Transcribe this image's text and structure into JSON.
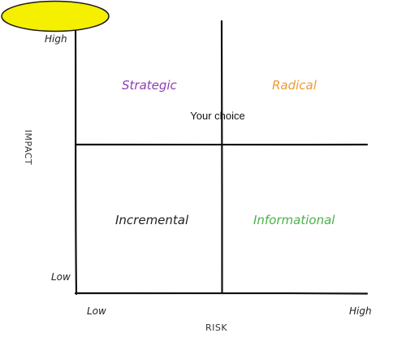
{
  "axes": {
    "y_title": "IMPACT",
    "x_title": "RISK",
    "y_high": "High",
    "y_low": "Low",
    "x_low": "Low",
    "x_high": "High"
  },
  "quadrants": {
    "top_left": "Strategic",
    "top_right": "Radical",
    "bottom_left": "Incremental",
    "bottom_right": "Informational"
  },
  "highlight": {
    "label": "Your choice",
    "fill": "#f5ef00",
    "stroke": "#1a1a1a"
  },
  "colors": {
    "strategic": "#8b3fb0",
    "radical": "#f09a2e",
    "incremental": "#222222",
    "informational": "#4bb04b",
    "lines": "#111111"
  }
}
